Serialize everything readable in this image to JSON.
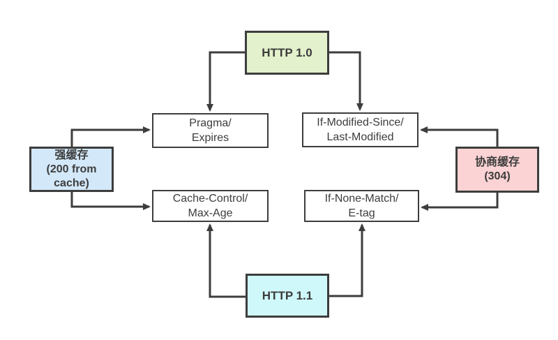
{
  "diagram": {
    "colors": {
      "background": "#ffffff",
      "line": "#3d3d3d",
      "border": "#3d3d3d",
      "text": "#3c3c3c",
      "http10_fill": "#e3f1cc",
      "http11_fill": "#cff8fa",
      "strong_cache_fill": "#d3e8f9",
      "negotiate_cache_fill": "#fbd3d4",
      "plain_fill": "#ffffff"
    },
    "nodes": {
      "http10": {
        "lines": [
          "HTTP 1.0"
        ]
      },
      "pragma_expires": {
        "lines": [
          "Pragma/",
          "Expires"
        ]
      },
      "if_modified": {
        "lines": [
          "If-Modified-Since/",
          "Last-Modified"
        ]
      },
      "strong_cache": {
        "lines": [
          "强缓存",
          "(200 from",
          "cache)"
        ]
      },
      "negotiate_cache": {
        "lines": [
          "协商缓存",
          "(304)"
        ]
      },
      "cache_control": {
        "lines": [
          "Cache-Control/",
          "Max-Age"
        ]
      },
      "if_none_match": {
        "lines": [
          "If-None-Match/",
          "E-tag"
        ]
      },
      "http11": {
        "lines": [
          "HTTP 1.1"
        ]
      }
    },
    "edges": [
      {
        "from": "http10",
        "to": "pragma_expires"
      },
      {
        "from": "http10",
        "to": "if_modified"
      },
      {
        "from": "strong_cache",
        "to": "pragma_expires"
      },
      {
        "from": "strong_cache",
        "to": "cache_control"
      },
      {
        "from": "negotiate_cache",
        "to": "if_modified"
      },
      {
        "from": "negotiate_cache",
        "to": "if_none_match"
      },
      {
        "from": "http11",
        "to": "cache_control"
      },
      {
        "from": "http11",
        "to": "if_none_match"
      }
    ]
  }
}
